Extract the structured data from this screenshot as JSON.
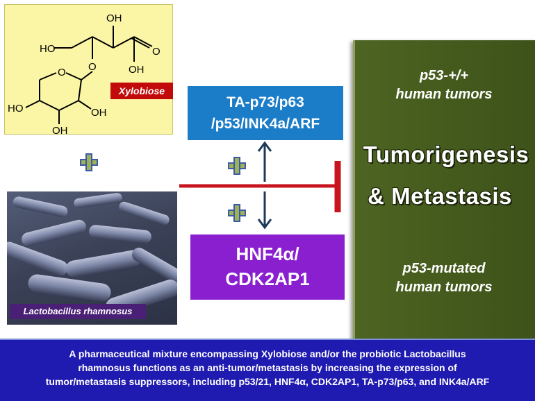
{
  "structure": {
    "labels": {
      "oh_top": "OH",
      "ho_left_top": "HO",
      "o_aldehyde": "O",
      "oh_mid": "OH",
      "o_ring": "O",
      "o_link": "O",
      "ho_ring_left": "HO",
      "oh_ring_right": "OH",
      "oh_ring_bottom": "OH"
    },
    "tag": "Xylobiose"
  },
  "bacteria": {
    "tag": "Lactobacillus rhamnosus"
  },
  "plus_symbol": "plus-icon",
  "blue_box": {
    "line1": "TA-p73/p63",
    "line2": "/p53/INK4a/ARF"
  },
  "purple_box": {
    "line1": "HNF4α/",
    "line2": "CDK2AP1"
  },
  "green_panel": {
    "top_line1": "p53-+/+",
    "top_line2": "human tumors",
    "main_line1": "Tumorigenesis",
    "main_line2": "& Metastasis",
    "bottom_line1": "p53-mutated",
    "bottom_line2": "human tumors"
  },
  "caption": {
    "line1": "A pharmaceutical mixture encompassing Xylobiose and/or the probiotic Lactobacillus",
    "line2": "rhamnosus functions as an anti-tumor/metastasis by increasing the expression of",
    "line3": "tumor/metastasis suppressors, including p53/21, HNF4α, CDK2AP1, TA-p73/p63, and INK4a/ARF"
  },
  "colors": {
    "inhibition": "#c8141e",
    "arrow": "#1e3a5a",
    "blue_box": "#1b7cc8",
    "purple_box": "#8a1fd0",
    "green_panel": "#4d6422",
    "caption_bg": "#1f1ab0",
    "plus_fill": "#9fb05a"
  }
}
